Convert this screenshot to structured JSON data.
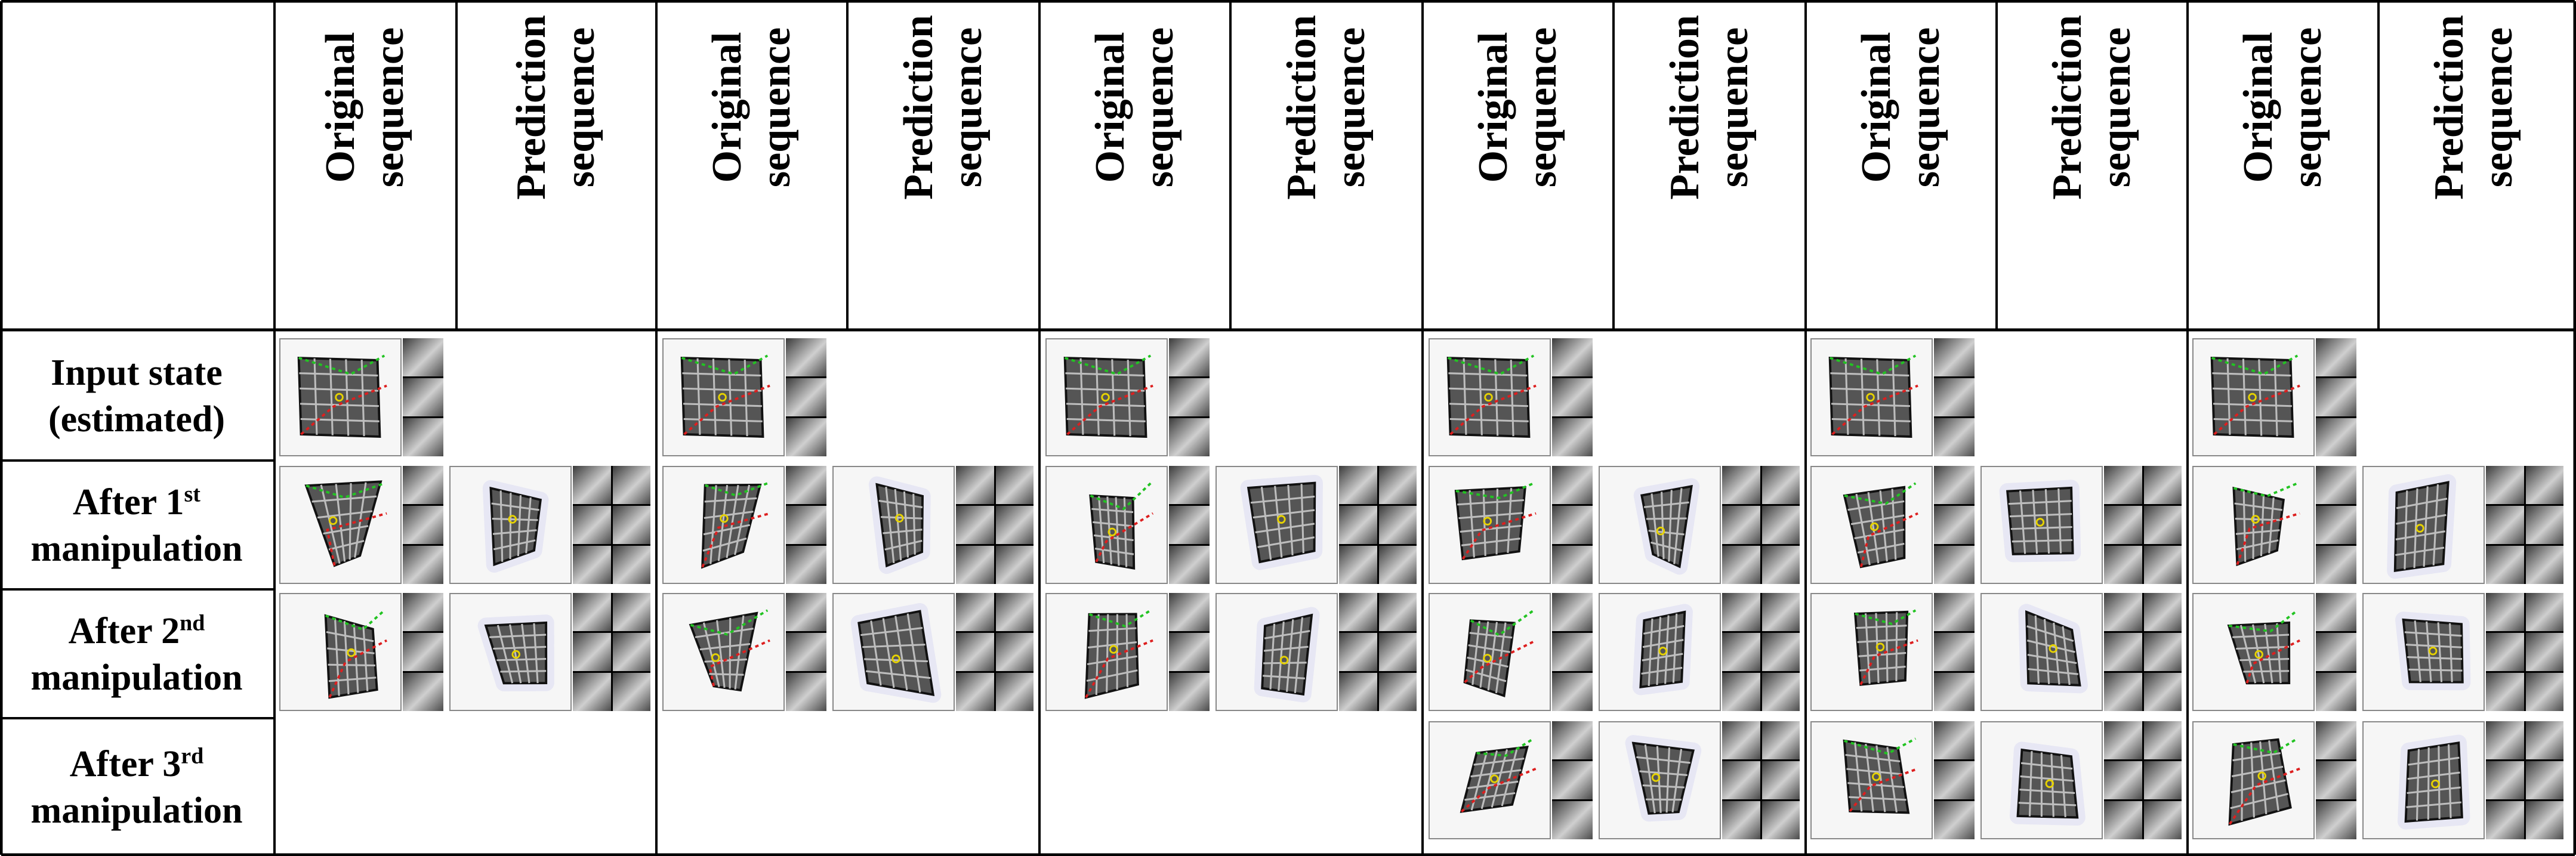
{
  "column_headers": {
    "original": [
      "Original",
      "sequence"
    ],
    "prediction": [
      "Prediction",
      "sequence"
    ]
  },
  "row_labels": [
    {
      "line1": "Input state",
      "line2": "(estimated)",
      "sup": ""
    },
    {
      "line1": "After 1",
      "sup": "st",
      "line2": "manipulation"
    },
    {
      "line1": "After 2",
      "sup": "nd",
      "line2": "manipulation"
    },
    {
      "line1": "After 3",
      "sup": "rd",
      "line2": "manipulation"
    }
  ],
  "groups": [
    {
      "rows_filled": [
        true,
        true,
        true,
        false
      ]
    },
    {
      "rows_filled": [
        true,
        true,
        true,
        false
      ]
    },
    {
      "rows_filled": [
        true,
        true,
        true,
        false
      ]
    },
    {
      "rows_filled": [
        true,
        true,
        true,
        true
      ]
    },
    {
      "rows_filled": [
        true,
        true,
        true,
        true
      ]
    },
    {
      "rows_filled": [
        true,
        true,
        true,
        true
      ]
    }
  ],
  "colors": {
    "cloth": "#555555",
    "grid_line": "#bdbdbd",
    "action_green": "#22c322",
    "action_red": "#dd1f1f",
    "grasp_yellow": "#e6d200",
    "prediction_halo": "#7a7ae8"
  }
}
